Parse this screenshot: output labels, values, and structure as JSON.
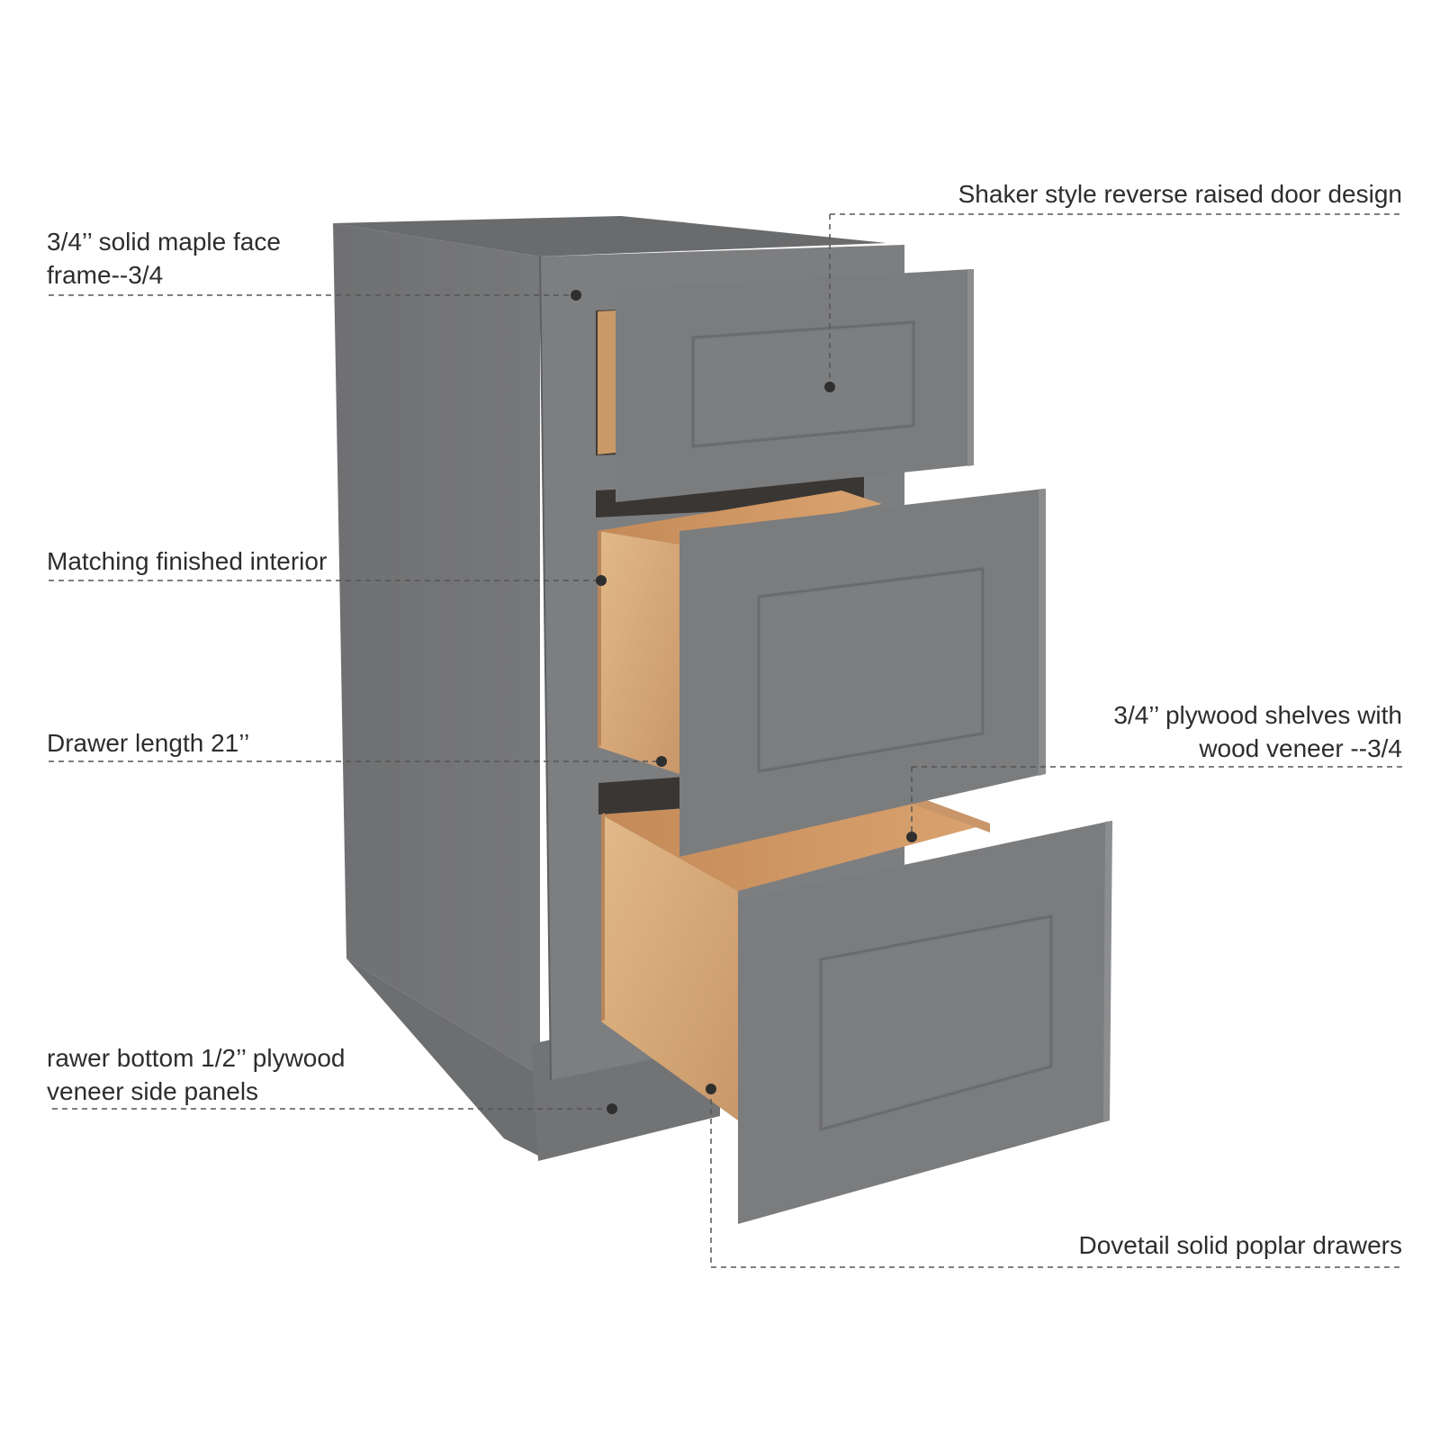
{
  "colors": {
    "cabinet_gray": "#7a7b7d",
    "wood": "#d4a574",
    "leader_line": "#555555",
    "text": "#2d2d2d"
  },
  "callouts": {
    "face_frame": {
      "line1": "3/4’’ solid maple face",
      "line2": "frame--3/4"
    },
    "interior": {
      "line1": "Matching finished interior"
    },
    "drawer_length": {
      "line1": "Drawer length 21’’"
    },
    "drawer_bottom": {
      "line1": "rawer bottom 1/2’’ plywood",
      "line2": "veneer side panels"
    },
    "door_design": {
      "line1": "Shaker style reverse raised door design"
    },
    "shelves": {
      "line1": "3/4’’ plywood shelves with",
      "line2": "wood veneer --3/4"
    },
    "drawers": {
      "line1": "Dovetail solid poplar drawers"
    }
  }
}
